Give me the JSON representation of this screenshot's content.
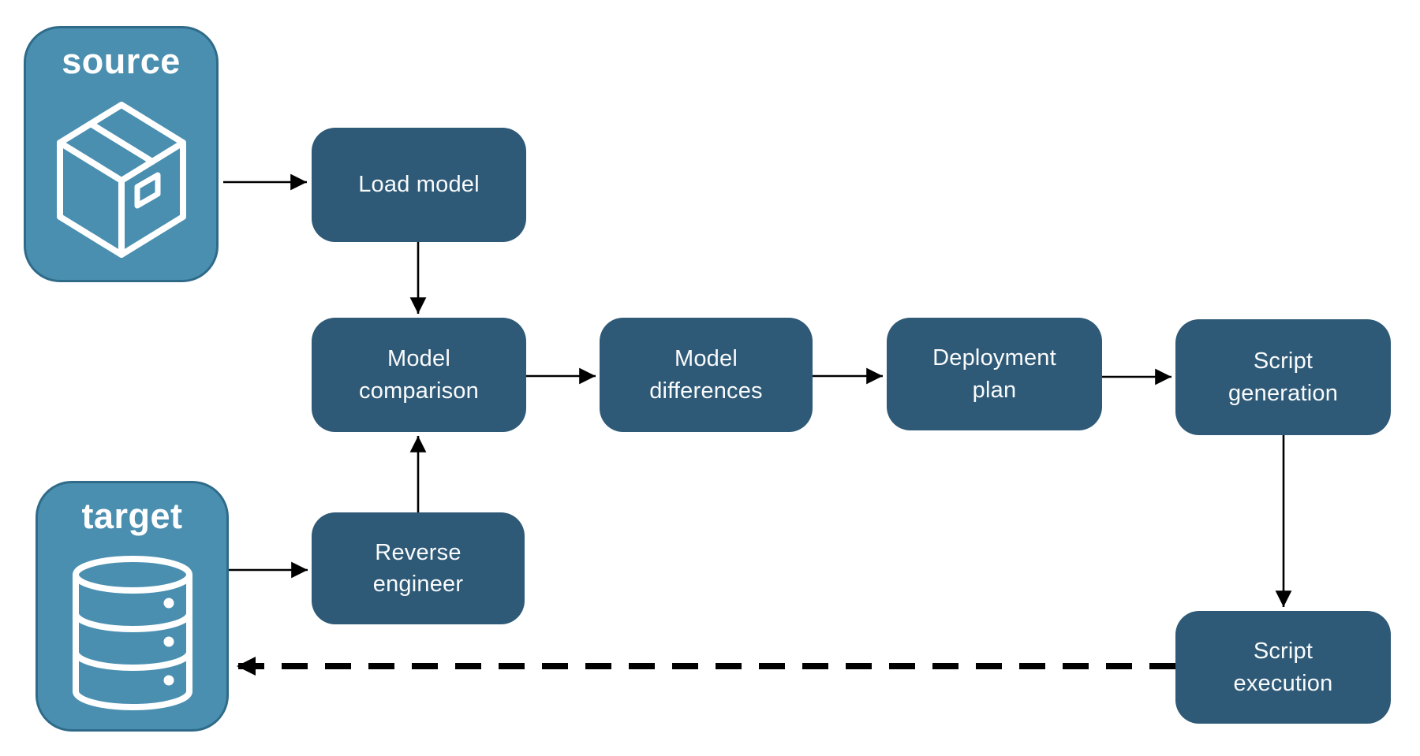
{
  "diagram": {
    "source": {
      "label": "source",
      "icon": "package-icon"
    },
    "target": {
      "label": "target",
      "icon": "database-icon"
    },
    "nodes": [
      {
        "id": "load-model",
        "label": "Load model"
      },
      {
        "id": "model-comparison",
        "label": "Model\ncomparison"
      },
      {
        "id": "model-differences",
        "label": "Model\ndifferences"
      },
      {
        "id": "deployment-plan",
        "label": "Deployment\nplan"
      },
      {
        "id": "script-generation",
        "label": "Script\ngeneration"
      },
      {
        "id": "reverse-engineer",
        "label": "Reverse\nengineer"
      },
      {
        "id": "script-execution",
        "label": "Script\nexecution"
      }
    ],
    "edges": [
      {
        "from": "source",
        "to": "load-model",
        "style": "solid"
      },
      {
        "from": "load-model",
        "to": "model-comparison",
        "style": "solid"
      },
      {
        "from": "model-comparison",
        "to": "model-differences",
        "style": "solid"
      },
      {
        "from": "model-differences",
        "to": "deployment-plan",
        "style": "solid"
      },
      {
        "from": "deployment-plan",
        "to": "script-generation",
        "style": "solid"
      },
      {
        "from": "script-generation",
        "to": "script-execution",
        "style": "solid"
      },
      {
        "from": "target",
        "to": "reverse-engineer",
        "style": "solid"
      },
      {
        "from": "reverse-engineer",
        "to": "model-comparison",
        "style": "solid"
      },
      {
        "from": "script-execution",
        "to": "target",
        "style": "dashed"
      }
    ],
    "colors": {
      "process_node_fill": "#2e5a77",
      "container_fill": "#4a8fb0",
      "container_border": "#2f6b89",
      "label_text": "#ffffff",
      "arrow": "#000000",
      "background": "#ffffff"
    }
  }
}
